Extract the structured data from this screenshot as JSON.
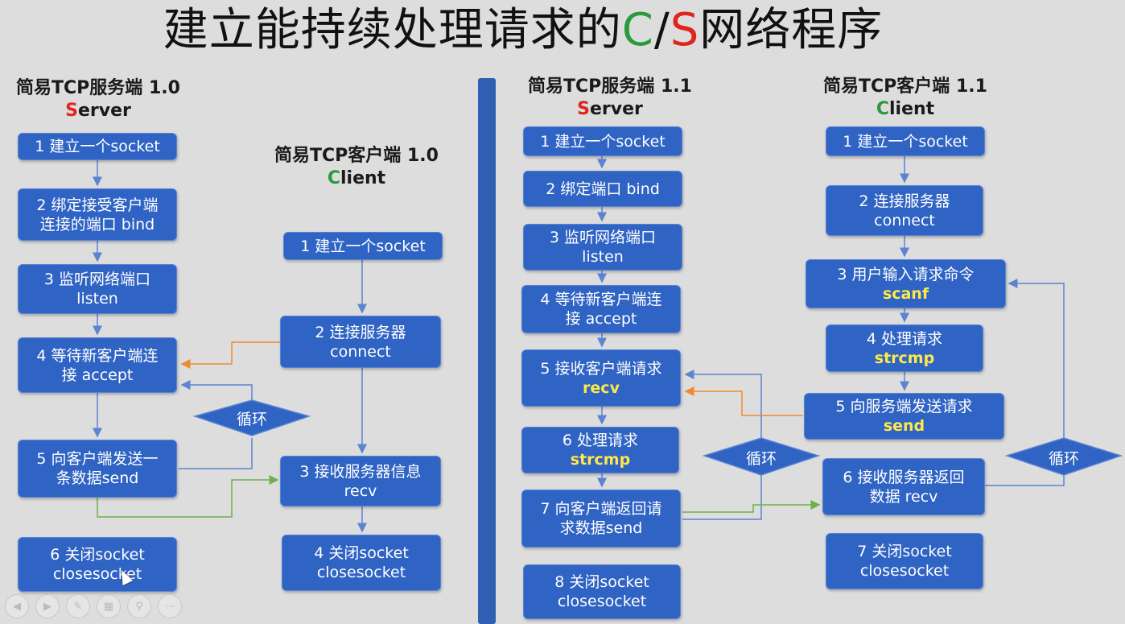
{
  "title": {
    "prefix": "建立能持续处理请求的",
    "c": "C",
    "slash": "/",
    "s": "S",
    "suffix": "网络程序"
  },
  "panels": {
    "server_v10": {
      "heading": "简易TCP服务端 1.0",
      "role_first": "S",
      "role_rest": "erver"
    },
    "client_v10": {
      "heading": "简易TCP客户端 1.0",
      "role_first": "C",
      "role_rest": "lient"
    },
    "server_v11": {
      "heading": "简易TCP服务端 1.1",
      "role_first": "S",
      "role_rest": "erver"
    },
    "client_v11": {
      "heading": "简易TCP客户端 1.1",
      "role_first": "C",
      "role_rest": "lient"
    }
  },
  "server_v10_steps": [
    {
      "line1": "1 建立一个socket",
      "line2": ""
    },
    {
      "line1": "2 绑定接受客户端",
      "line2": "连接的端口 bind"
    },
    {
      "line1": "3 监听网络端口",
      "line2": "listen"
    },
    {
      "line1": "4 等待新客户端连",
      "line2": "接 accept"
    },
    {
      "line1": "5 向客户端发送一",
      "line2": "条数据send"
    },
    {
      "line1": "6 关闭socket",
      "line2": "closesocket"
    }
  ],
  "client_v10_steps": [
    {
      "line1": "1 建立一个socket",
      "line2": ""
    },
    {
      "line1": "2 连接服务器",
      "line2": "connect"
    },
    {
      "line1": "3 接收服务器信息",
      "line2": "recv"
    },
    {
      "line1": "4 关闭socket",
      "line2": "closesocket"
    }
  ],
  "server_v11_steps": [
    {
      "line1": "1 建立一个socket",
      "line2": ""
    },
    {
      "line1": "2 绑定端口 bind",
      "line2": ""
    },
    {
      "line1": "3 监听网络端口",
      "line2": "listen"
    },
    {
      "line1": "4 等待新客户端连",
      "line2": "接 accept"
    },
    {
      "line1": "5 接收客户端请求",
      "line2": "recv"
    },
    {
      "line1": "6 处理请求",
      "line2": "strcmp"
    },
    {
      "line1": "7 向客户端返回请",
      "line2": "求数据send"
    },
    {
      "line1": "8 关闭socket",
      "line2": "closesocket"
    }
  ],
  "client_v11_steps": [
    {
      "line1": "1 建立一个socket",
      "line2": ""
    },
    {
      "line1": "2 连接服务器",
      "line2": "connect"
    },
    {
      "line1": "3 用户输入请求命令",
      "line2": "scanf"
    },
    {
      "line1": "4 处理请求",
      "line2": "strcmp"
    },
    {
      "line1": "5 向服务端发送请求",
      "line2": "send"
    },
    {
      "line1": "6 接收服务器返回",
      "line2": "数据 recv"
    },
    {
      "line1": "7 关闭socket",
      "line2": "closesocket"
    }
  ],
  "loops": {
    "v10": "循环",
    "v11_server": "循环",
    "v11_client": "循环"
  },
  "colors": {
    "box_fill": "#2f63c4",
    "keyword": "#ffe94a",
    "server_accent": "#e0251c",
    "client_accent": "#2a9a3a",
    "connect_arrow": "#f08a30",
    "data_arrow": "#6fb04a",
    "loop_arrow": "#5b84d2"
  },
  "toolbar_icons": [
    "prev-icon",
    "next-icon",
    "pen-icon",
    "slides-icon",
    "zoom-icon",
    "more-icon"
  ]
}
